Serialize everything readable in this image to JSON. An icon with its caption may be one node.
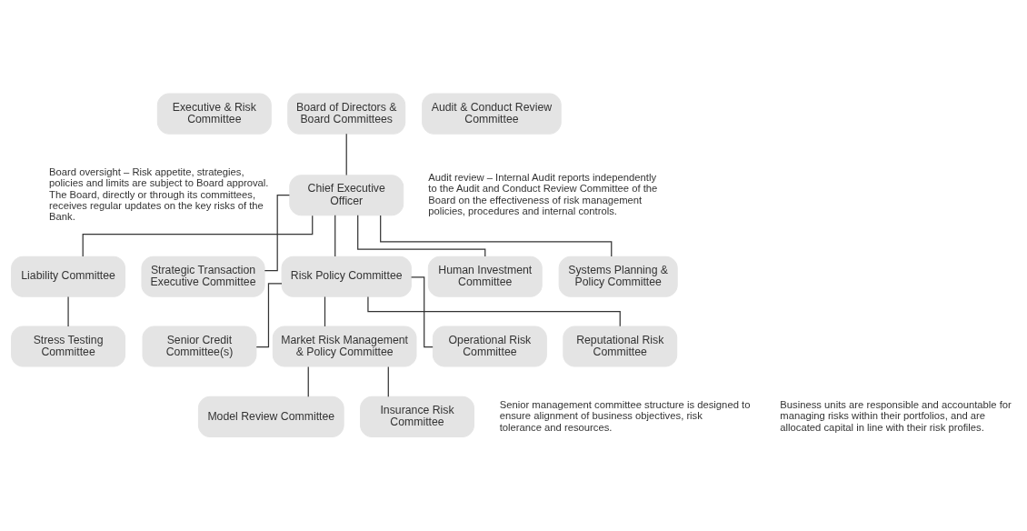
{
  "diagram": {
    "nodes": [
      {
        "text": [
          "Executive & Risk Committee"
        ]
      },
      {
        "text": [
          "Board of Directors & Board Committees"
        ]
      },
      {
        "text": [
          "Audit & Conduct Review Committee"
        ]
      },
      {
        "text": [
          "Chief Executive Officer"
        ]
      },
      {
        "text": [
          "Liability Committee"
        ]
      },
      {
        "text": [
          "Strategic Transaction Executive Committee"
        ]
      },
      {
        "text": [
          "Risk Policy Committee"
        ]
      },
      {
        "text": [
          "Human Investment Committee"
        ]
      },
      {
        "text": [
          "Systems Planning & Policy Committee"
        ]
      },
      {
        "text": [
          "Stress Testing Committee"
        ]
      },
      {
        "text": [
          "Senior Credit Committee(s)"
        ]
      },
      {
        "text": [
          "Market Risk Management & Policy Committee"
        ]
      },
      {
        "text": [
          "Operational Risk Committee"
        ]
      },
      {
        "text": [
          "Reputational Risk Committee"
        ]
      },
      {
        "text": [
          "Model Review Committee"
        ]
      },
      {
        "text": [
          "Insurance Risk Committee"
        ]
      }
    ],
    "edges": [
      {
        "from": 1,
        "to": 3,
        "arrow": "none"
      },
      {
        "from": 3,
        "to": 4,
        "arrow": "none"
      },
      {
        "from": 3,
        "to": 5,
        "arrow": "none"
      },
      {
        "from": 3,
        "to": 6,
        "arrow": "none"
      },
      {
        "from": 3,
        "to": 7,
        "arrow": "none"
      },
      {
        "from": 3,
        "to": 8,
        "arrow": "none"
      },
      {
        "from": 4,
        "to": 9,
        "arrow": "none"
      },
      {
        "from": 6,
        "to": 10,
        "arrow": "none"
      },
      {
        "from": 6,
        "to": 11,
        "arrow": "none"
      },
      {
        "from": 6,
        "to": 12,
        "arrow": "none"
      },
      {
        "from": 6,
        "to": 13,
        "arrow": "none"
      },
      {
        "from": 11,
        "to": 14,
        "arrow": "none"
      },
      {
        "from": 11,
        "to": 15,
        "arrow": "none"
      }
    ],
    "labels": [
      "Board oversight – Risk appetite, strategies, policies and limits are subject to Board approval. The Board, directly or through its committees, receives regular updates on the key risks of the Bank.",
      "Audit review – Internal Audit reports independently to the Audit and Conduct Review Committee of the Board on the effectiveness of risk management policies, procedures and internal controls.",
      "Senior management committee structure is designed to ensure alignment of business objectives, risk tolerance and resources.",
      "Business units are responsible and accountable for managing risks within their portfolios, and are allocated capital in line with their risk profiles."
    ]
  }
}
